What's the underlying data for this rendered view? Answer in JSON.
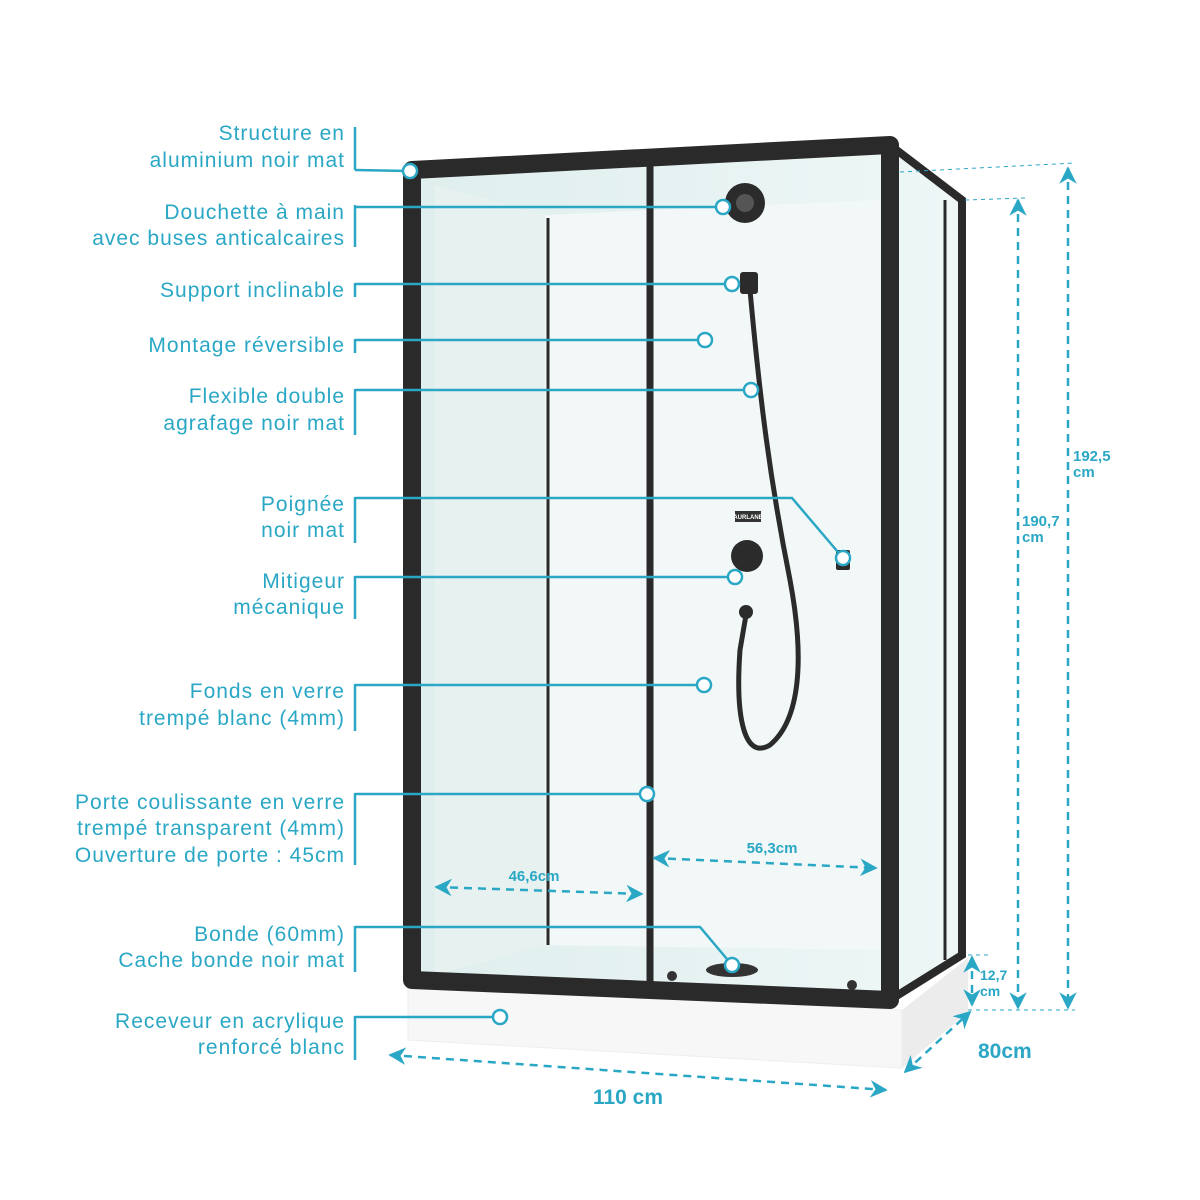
{
  "accent_color": "#2aa7c5",
  "callouts": [
    {
      "id": "structure",
      "lines": [
        "Structure en",
        "aluminium noir mat"
      ]
    },
    {
      "id": "douchette",
      "lines": [
        "Douchette à main",
        "avec buses anticalcaires"
      ]
    },
    {
      "id": "support",
      "lines": [
        "Support inclinable"
      ]
    },
    {
      "id": "montage",
      "lines": [
        "Montage réversible"
      ]
    },
    {
      "id": "flexible",
      "lines": [
        "Flexible double",
        "agrafage noir mat"
      ]
    },
    {
      "id": "poignee",
      "lines": [
        "Poignée",
        "noir mat"
      ]
    },
    {
      "id": "mitigeur",
      "lines": [
        "Mitigeur",
        "mécanique"
      ]
    },
    {
      "id": "fonds",
      "lines": [
        "Fonds en verre",
        "trempé blanc (4mm)"
      ]
    },
    {
      "id": "porte",
      "lines": [
        "Porte coulissante en verre",
        "trempé transparent (4mm)",
        "Ouverture de porte : 45cm"
      ]
    },
    {
      "id": "bonde",
      "lines": [
        "Bonde (60mm)",
        "Cache bonde noir mat"
      ]
    },
    {
      "id": "receveur",
      "lines": [
        "Receveur en acrylique",
        "renforcé blanc"
      ]
    }
  ],
  "dimensions": {
    "width": "110 cm",
    "depth": "80cm",
    "tray_height": [
      "12,7",
      "cm"
    ],
    "inner_height": [
      "190,7",
      "cm"
    ],
    "total_height": [
      "192,5",
      "cm"
    ],
    "left_opening": "46,6cm",
    "right_opening": "56,3cm"
  },
  "mixer_brand": "AURLANE"
}
